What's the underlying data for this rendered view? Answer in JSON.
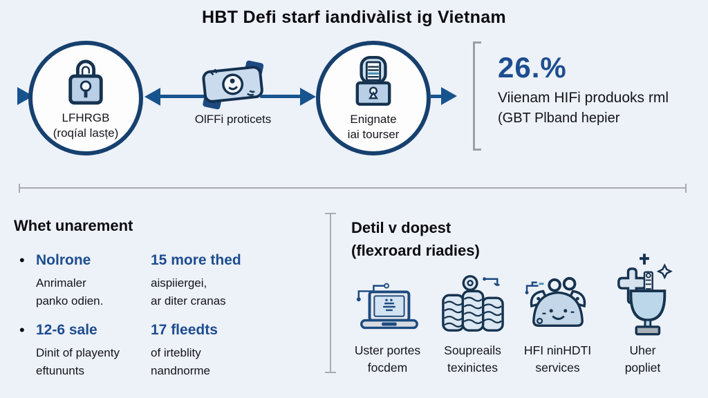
{
  "title": "HBT Defi starf iandivàlist ig Vietnam",
  "colors": {
    "background": "#edf1f8",
    "navy_outline": "#16334f",
    "arrow_blue": "#17548e",
    "accent_blue": "#1d4d8f",
    "icon_fill_light_blue": "#b9cfe6",
    "line_gray": "#a8acb2",
    "text_black": "#15151a"
  },
  "flow": {
    "node1": {
      "icon": "padlock-icon",
      "line1": "LFHRGB",
      "line2": "(roqíal lasțe)"
    },
    "connector": {
      "icon": "banknote-icon",
      "label": "OlFFi proticets"
    },
    "node2": {
      "icon": "secure-lock-icon",
      "line1": "Enignate",
      "line2": "iai tourser"
    },
    "stat": {
      "value": "26.%",
      "line1": "Viienam HIFi produoks rml",
      "line2": "(GBT Plband hepier"
    }
  },
  "left_section": {
    "heading": "Whet unarement",
    "items": [
      {
        "bullet": "•",
        "title": "Nolrone",
        "desc1": "Anrimaler",
        "desc2": "panko odien."
      },
      {
        "bullet": "",
        "title": "15 more thed",
        "desc1": "aispiiergei,",
        "desc2": "ar diter cranas"
      },
      {
        "bullet": "•",
        "title": "12-6 sale",
        "desc1": "Dinit of playenty",
        "desc2": "eftununts"
      },
      {
        "bullet": "",
        "title": "17 fleedts",
        "desc1": "of irteblity",
        "desc2": "nandnorme"
      }
    ]
  },
  "right_section": {
    "heading1": "Detil v dopest",
    "heading2": "(flexroard riadies)",
    "items": [
      {
        "icon": "laptop-icon",
        "line1": "Uster portes",
        "line2": "focdem"
      },
      {
        "icon": "coin-stacks-icon",
        "line1": "Soupreails",
        "line2": "texinictes"
      },
      {
        "icon": "crab-icon",
        "line1": "HFI ninHDTI",
        "line2": "services"
      },
      {
        "icon": "trophy-icon",
        "line1": "Uher",
        "line2": "popliet"
      }
    ]
  }
}
